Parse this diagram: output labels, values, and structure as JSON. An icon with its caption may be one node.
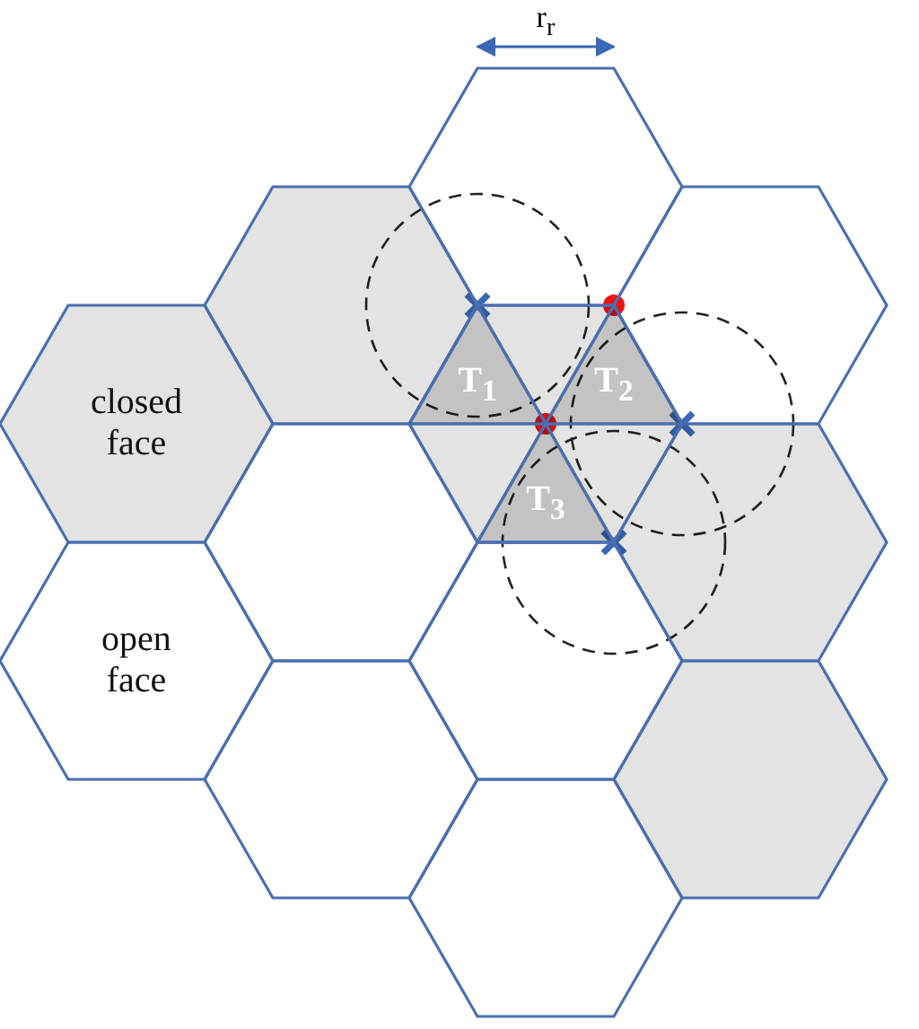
{
  "diagram": {
    "nodes": [
      {
        "text": [],
        "shape": "hexagon"
      },
      {
        "text": [],
        "shape": "hexagon"
      },
      {
        "text": [],
        "shape": "hexagon"
      },
      {
        "text": [
          "closed face"
        ]
      },
      {
        "text": [],
        "shape": "hexagon"
      },
      {
        "text": [],
        "shape": "hexagon"
      },
      {
        "text": [],
        "shape": "hexagon"
      },
      {
        "text": [
          "open face"
        ]
      },
      {
        "text": [],
        "shape": "hexagon"
      },
      {
        "text": [],
        "shape": "hexagon"
      },
      {
        "text": [],
        "shape": "hexagon"
      },
      {
        "text": [],
        "shape": "hexagon"
      },
      {
        "text": [
          "T$_{1}$"
        ],
        "in": 4
      },
      {
        "text": [
          "T$_{2}$"
        ],
        "in": 4
      },
      {
        "text": [
          "T$_{3}$"
        ],
        "in": 4
      }
    ],
    "labels": [
      "r$_{r}$"
    ]
  }
}
